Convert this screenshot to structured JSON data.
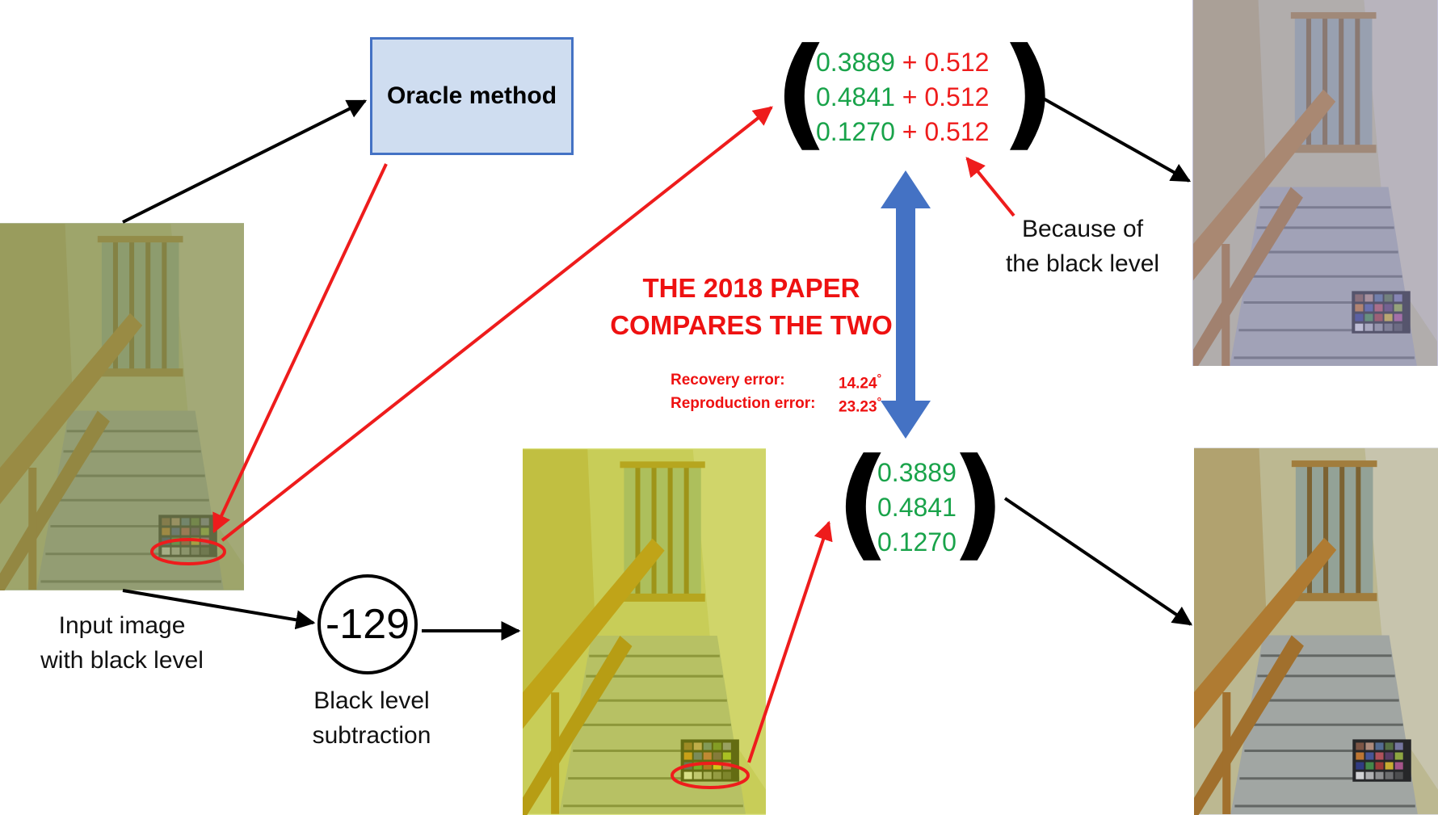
{
  "oracle_box": {
    "label": "Oracle method"
  },
  "input_caption": {
    "line1": "Input image",
    "line2": "with black level"
  },
  "subtraction": {
    "value": "-129",
    "caption_line1": "Black level",
    "caption_line2": "subtraction"
  },
  "top_matrix": {
    "rows": [
      {
        "base": "0.3889",
        "op": " + ",
        "offset": "0.512"
      },
      {
        "base": "0.4841",
        "op": " + ",
        "offset": "0.512"
      },
      {
        "base": "0.1270",
        "op": " + ",
        "offset": "0.512"
      }
    ]
  },
  "bottom_matrix": {
    "rows": [
      "0.3889",
      "0.4841",
      "0.1270"
    ]
  },
  "annotation": {
    "line1": "Because of",
    "line2": "the black level"
  },
  "headline": {
    "line1": "THE 2018 PAPER",
    "line2": "COMPARES THE TWO"
  },
  "errors": {
    "recovery_label": "Recovery error:",
    "recovery_value": "14.24",
    "reproduction_label": "Reproduction error:",
    "reproduction_value": "23.23",
    "degree_symbol": "°"
  },
  "colors": {
    "green_text": "#19a34a",
    "red_text": "#ee1c1c",
    "box_fill": "#cfddf0",
    "box_border": "#4472c4",
    "double_arrow": "#4472c4"
  }
}
